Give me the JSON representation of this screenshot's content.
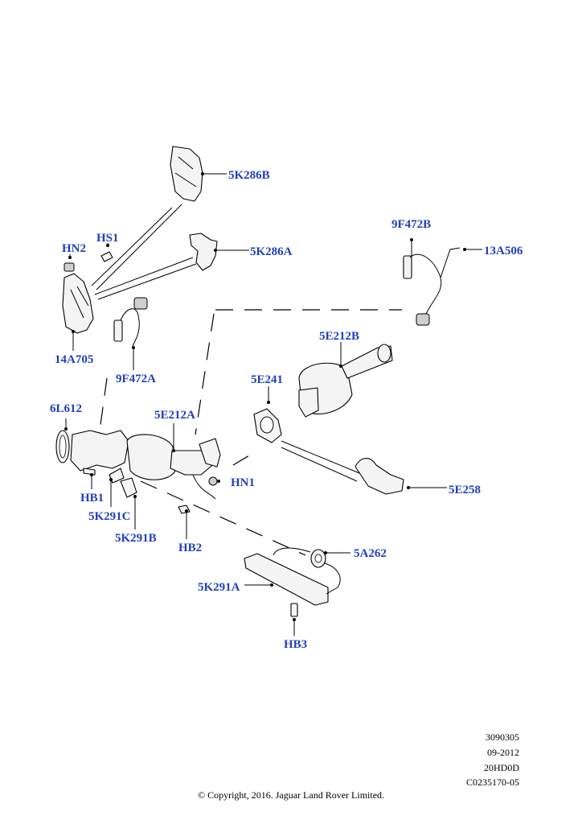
{
  "labels": {
    "5K286B": "5K286B",
    "HS1": "HS1",
    "HN2": "HN2",
    "5K286A": "5K286A",
    "14A705": "14A705",
    "9F472A": "9F472A",
    "9F472B": "9F472B",
    "13A506": "13A506",
    "5E212B": "5E212B",
    "5E241": "5E241",
    "6L612": "6L612",
    "5E212A": "5E212A",
    "HN1": "HN1",
    "HB1": "HB1",
    "5K291C": "5K291C",
    "5K291B": "5K291B",
    "HB2": "HB2",
    "5E258": "5E258",
    "5A262": "5A262",
    "5K291A": "5K291A",
    "HB3": "HB3"
  },
  "meta": {
    "line1": "3090305",
    "line2": "09-2012",
    "line3": "20HD0D",
    "line4": "C0235170-05"
  },
  "copyright": "© Copyright, 2016. Jaguar Land Rover Limited.",
  "colors": {
    "label": "#1f3fbf",
    "line": "#000000"
  }
}
